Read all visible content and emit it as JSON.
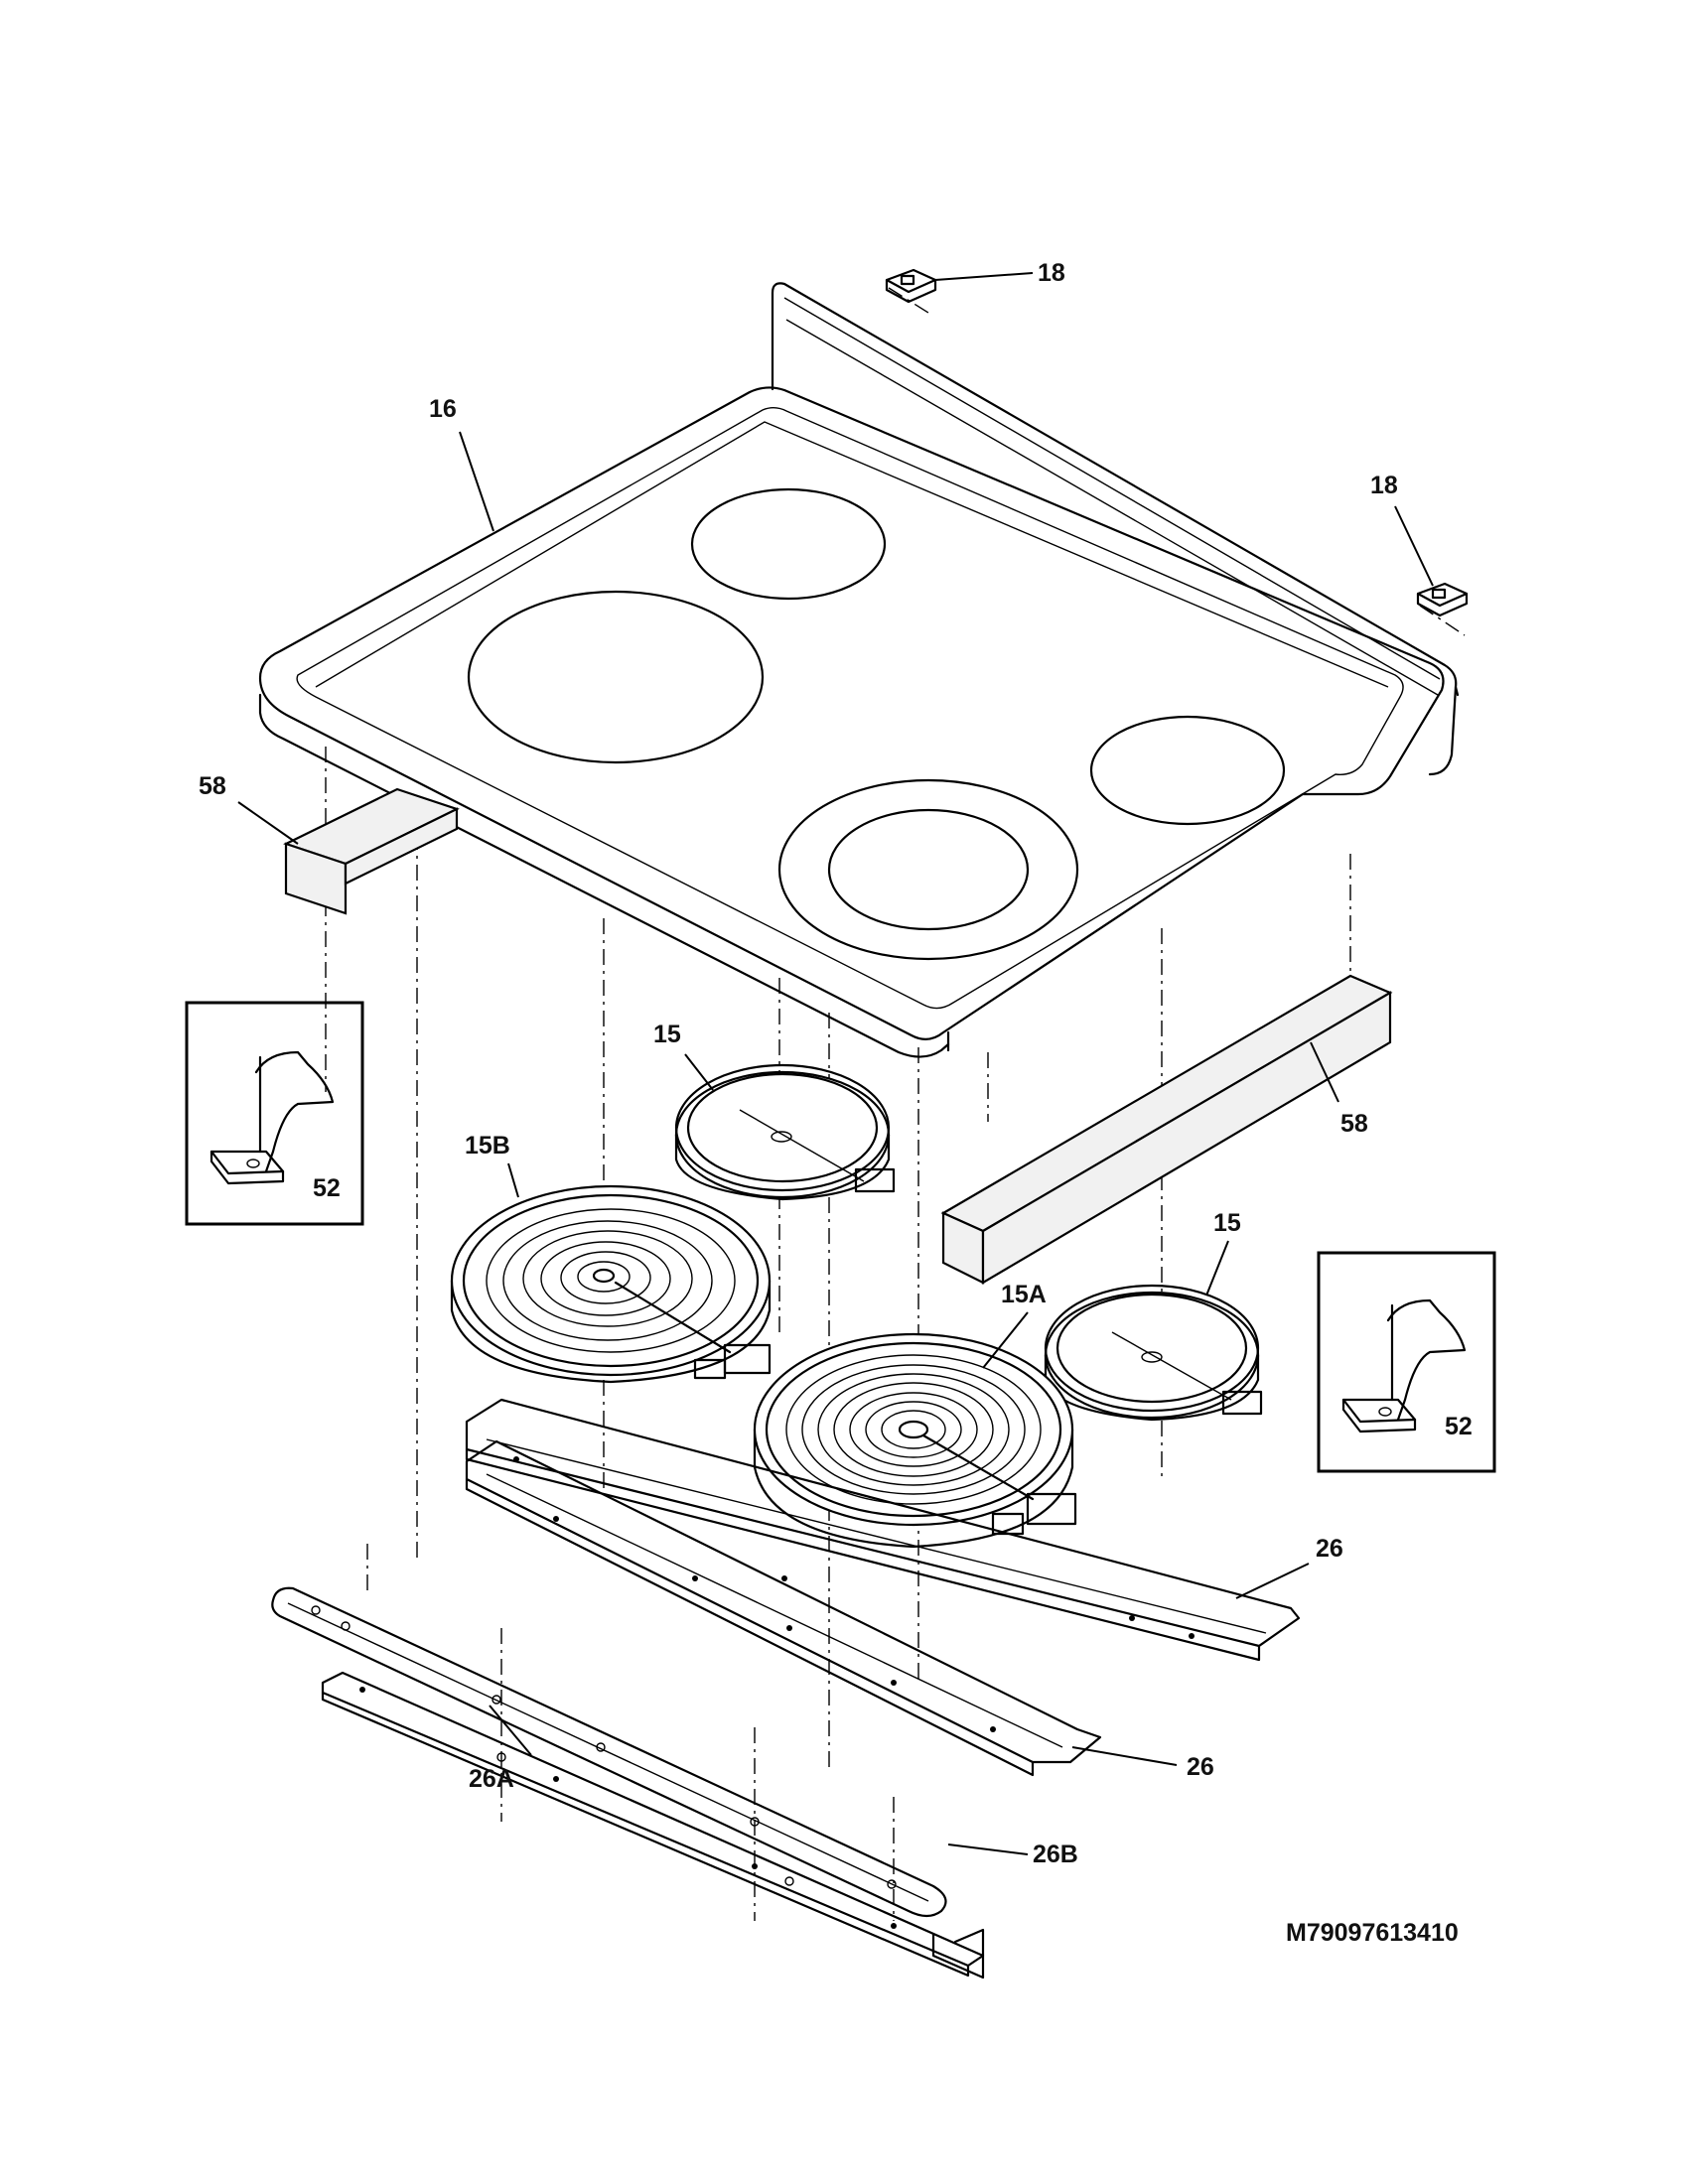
{
  "callouts": {
    "c18a": "18",
    "c18b": "18",
    "c16": "16",
    "c58a": "58",
    "c58b": "58",
    "c15a": "15",
    "c15b": "15",
    "c15B": "15B",
    "c15A": "15A",
    "c52a": "52",
    "c52b": "52",
    "c26a": "26",
    "c26b": "26",
    "c26A": "26A",
    "c26B": "26B"
  },
  "model_number": "M79097613410"
}
